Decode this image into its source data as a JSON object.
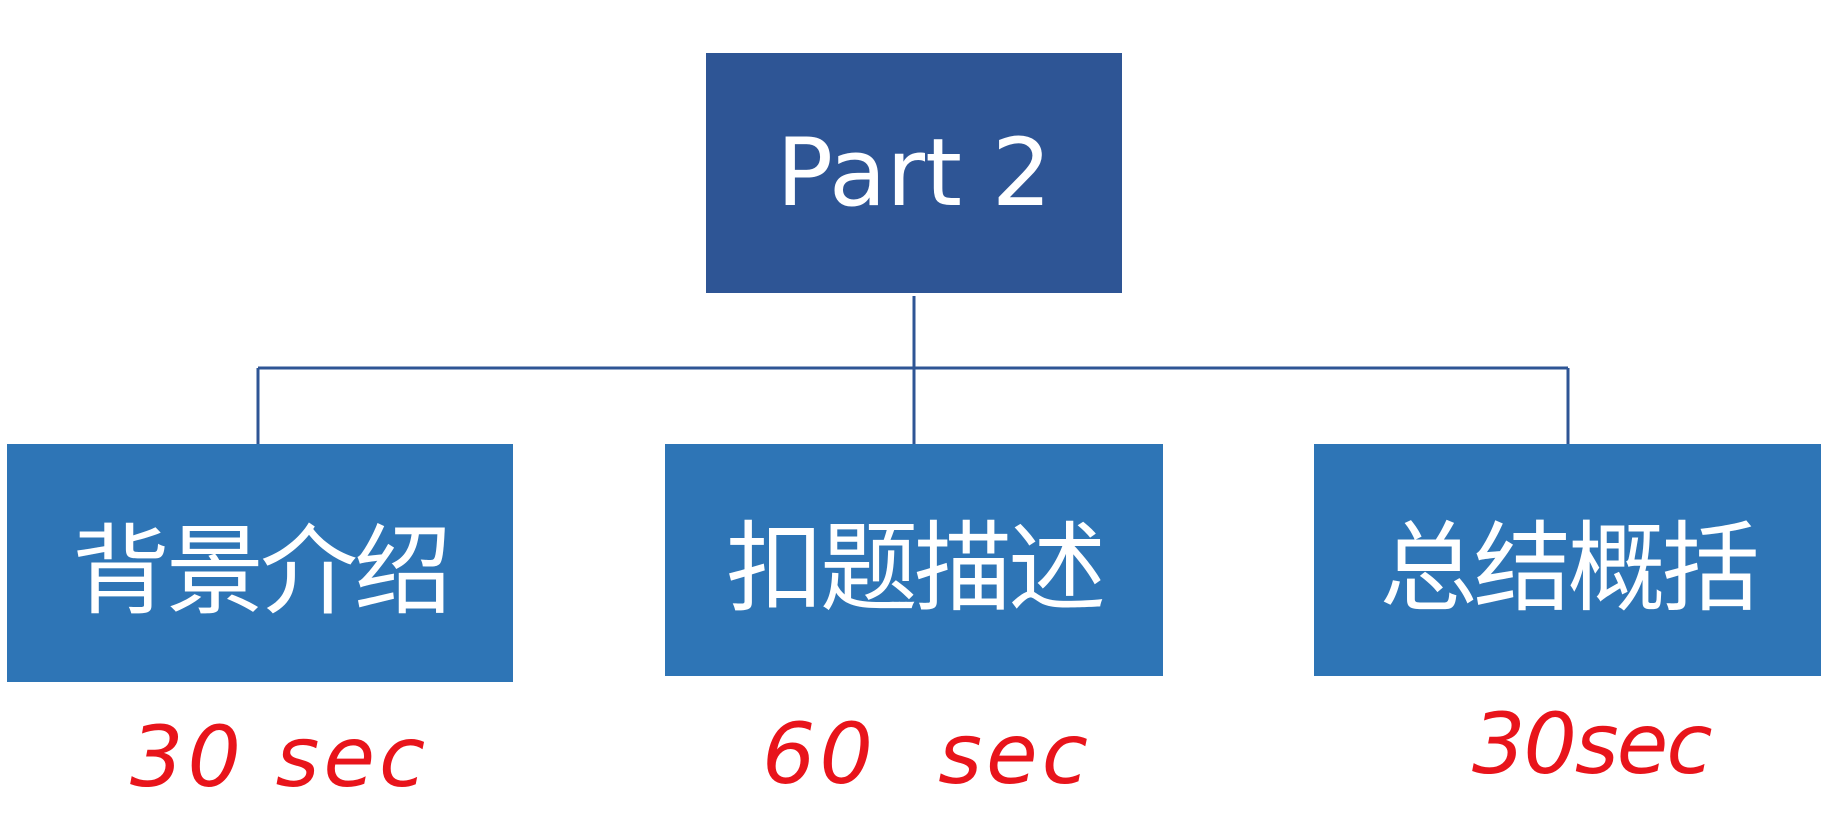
{
  "diagram": {
    "root": {
      "label": "Part 2"
    },
    "children": [
      {
        "label": "背景介绍",
        "note": "30 sec"
      },
      {
        "label": "扣题描述",
        "note": "60  sec"
      },
      {
        "label": "总结概括",
        "note": "30sec"
      }
    ]
  },
  "colors": {
    "root_fill": "#2e5595",
    "child_fill": "#2e75b6",
    "connector": "#2e5595",
    "note_ink": "#e8141b",
    "box_text": "#ffffff"
  }
}
